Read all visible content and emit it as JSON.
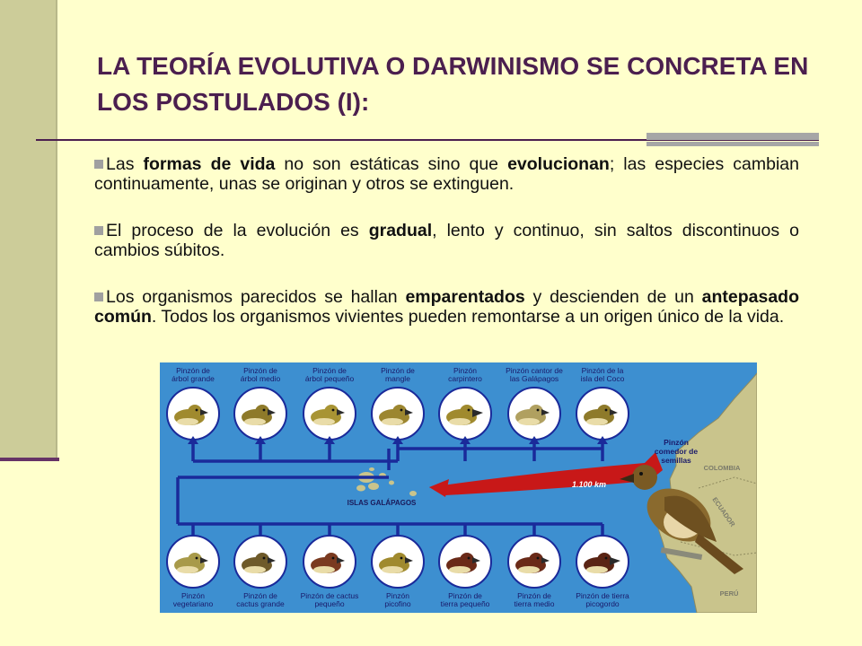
{
  "slide": {
    "title": "LA TEORÍA EVOLUTIVA O DARWINISMO SE CONCRETA EN LOS POSTULADOS (I):",
    "bullets": [
      {
        "parts": [
          {
            "text": "Las ",
            "bold": false
          },
          {
            "text": "formas de vida",
            "bold": true
          },
          {
            "text": " no son estáticas sino que ",
            "bold": false
          },
          {
            "text": "evolucionan",
            "bold": true
          },
          {
            "text": "; las especies cambian continuamente, unas se originan y otros se extinguen.",
            "bold": false
          }
        ]
      },
      {
        "parts": [
          {
            "text": "El proceso de la evolución es ",
            "bold": false
          },
          {
            "text": "gradual",
            "bold": true
          },
          {
            "text": ", lento y continuo, sin saltos discontinuos o cambios súbitos.",
            "bold": false
          }
        ]
      },
      {
        "parts": [
          {
            "text": "Los organismos parecidos se hallan ",
            "bold": false
          },
          {
            "text": "emparentados",
            "bold": true
          },
          {
            "text": " y descienden de un ",
            "bold": false
          },
          {
            "text": "antepasado común",
            "bold": true
          },
          {
            "text": ". Todos los organismos vivientes pueden remontarse a un origen único de la vida.",
            "bold": false
          }
        ]
      }
    ]
  },
  "figure": {
    "top_finches": [
      {
        "name": [
          "Pinzón de",
          "árbol grande"
        ],
        "color": "#A08A2E"
      },
      {
        "name": [
          "Pinzón de",
          "árbol medio"
        ],
        "color": "#8E7A2A"
      },
      {
        "name": [
          "Pinzón de",
          "árbol pequeño"
        ],
        "color": "#A89434"
      },
      {
        "name": [
          "Pinzón de",
          "mangle"
        ],
        "color": "#9C8630"
      },
      {
        "name": [
          "Pinzón",
          "carpintero"
        ],
        "color": "#A08A2E"
      },
      {
        "name": [
          "Pinzón cantor de",
          "las Galápagos"
        ],
        "color": "#B0A060"
      },
      {
        "name": [
          "Pinzón de la",
          "isla del Coco"
        ],
        "color": "#8E7A2A"
      }
    ],
    "bottom_finches": [
      {
        "name": [
          "Pinzón",
          "vegetariano"
        ],
        "color": "#A89A4A"
      },
      {
        "name": [
          "Pinzón de",
          "cactus grande"
        ],
        "color": "#6E5A2A"
      },
      {
        "name": [
          "Pinzón de cactus",
          "pequeño"
        ],
        "color": "#7A3A20"
      },
      {
        "name": [
          "Pinzón",
          "picofino"
        ],
        "color": "#A08A2E"
      },
      {
        "name": [
          "Pinzón de",
          "tierra pequeño"
        ],
        "color": "#6A2A18"
      },
      {
        "name": [
          "Pinzón de",
          "tierra medio"
        ],
        "color": "#6A2A18"
      },
      {
        "name": [
          "Pinzón de tierra",
          "picogordo"
        ],
        "color": "#5A2414"
      }
    ],
    "islands_label": "ISLAS GALÁPAGOS",
    "distance_label": "1.100 km",
    "seed_finch_label": [
      "Pinzón",
      "comedor de",
      "semillas"
    ],
    "countries": [
      "COLOMBIA",
      "ECUADOR",
      "PERÚ"
    ],
    "colors": {
      "ocean": "#3D8FD0",
      "land": "#C9C48C",
      "arrows": "#1A2A9A",
      "migration_arrow": "#C81818",
      "label_text": "#1A1A6A"
    }
  }
}
